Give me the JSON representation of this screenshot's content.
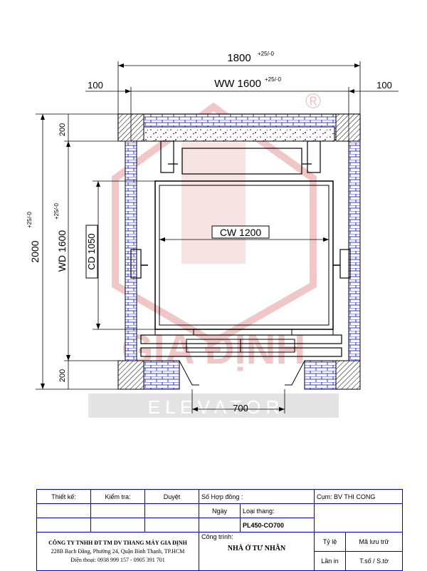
{
  "dimensions": {
    "overall_width": "1800",
    "overall_width_tol": "+25/-0",
    "wall_left": "100",
    "wall_right": "100",
    "shaft_width": "WW 1600",
    "shaft_width_tol": "+25/-0",
    "overall_depth": "2000",
    "overall_depth_tol": "+25/-0",
    "shaft_depth": "WD 1600",
    "shaft_depth_tol": "+25/-0",
    "car_depth": "CD 1050",
    "car_width": "CW 1200",
    "top_wall": "200",
    "bottom_wall": "200",
    "door_opening": "700"
  },
  "watermark": {
    "brand": "GIA ĐỊNH",
    "sub": "E L E V A T O R",
    "registered": "®"
  },
  "title_block": {
    "designed_by": "Thiết kế:",
    "checked_by": "Kiểm tra:",
    "approved": "Duyệt",
    "contract_no": "Số Hợp đồng :",
    "cluster": "Cụm: BV THI CONG",
    "date": "Ngày",
    "elevator_type_label": "Loại thang:",
    "elevator_type": "PL450-CO700",
    "project_label": "Công trình:",
    "project": "NHÀ Ở TƯ NHÂN",
    "scale": "Tỷ lệ",
    "storage_code": "Mã lưu trữ",
    "print_count": "Lần in",
    "sheet": "T.số / S.tờ",
    "company_name": "CÔNG TY TNHH ĐT TM DV THANG MÁY GIA ĐỊNH",
    "company_address": "228B Bạch Đằng, Phường 24, Quận Bình Thạnh, TP.HCM",
    "company_phone": "Điện thoại: 0938 999 157 - 0905 391 701"
  }
}
